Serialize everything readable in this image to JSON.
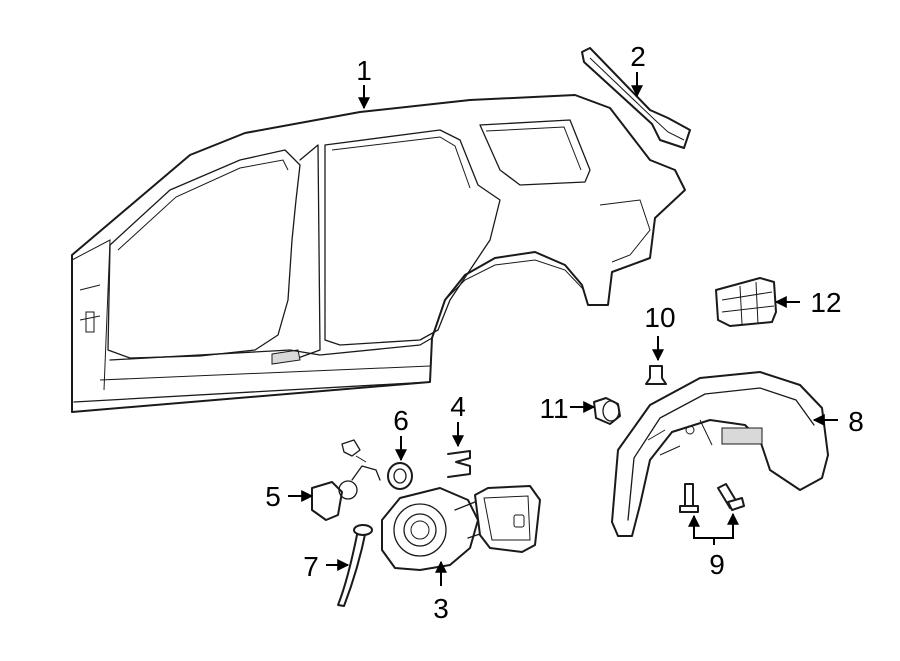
{
  "colors": {
    "line": "#1a1a1a",
    "background": "#ffffff",
    "shading": "#d9d9d9"
  },
  "callouts": [
    {
      "id": "1",
      "label": "1"
    },
    {
      "id": "2",
      "label": "2"
    },
    {
      "id": "3",
      "label": "3"
    },
    {
      "id": "4",
      "label": "4"
    },
    {
      "id": "5",
      "label": "5"
    },
    {
      "id": "6",
      "label": "6"
    },
    {
      "id": "7",
      "label": "7"
    },
    {
      "id": "8",
      "label": "8"
    },
    {
      "id": "9",
      "label": "9"
    },
    {
      "id": "10",
      "label": "10"
    },
    {
      "id": "11",
      "label": "11"
    },
    {
      "id": "12",
      "label": "12"
    }
  ]
}
